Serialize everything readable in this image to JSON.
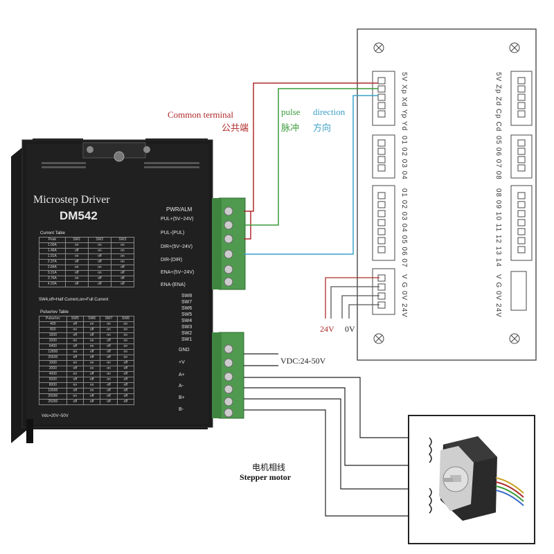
{
  "driver": {
    "title": "Microstep Driver",
    "model": "DM542",
    "pwr_alm": "PWR/ALM",
    "signal_terminals": [
      "PUL+(5V~24V)",
      "PUL-(PUL)",
      "DIR+(5V~24V)",
      "DIR-(DIR)",
      "ENA+(5V~24V)",
      "ENA-(ENA)"
    ],
    "switches": [
      "SW8",
      "SW7",
      "SW6",
      "SW5",
      "SW4",
      "SW3",
      "SW2",
      "SW1"
    ],
    "power_terminals": [
      "GND",
      "+V",
      "A+",
      "A-",
      "B+",
      "B-"
    ],
    "current_table_title": "Current Table",
    "current_table_header": [
      "Peak",
      "SW1",
      "SW2",
      "SW3"
    ],
    "current_table_rows": [
      [
        "1.00A",
        "on",
        "on",
        "on"
      ],
      [
        "1.46A",
        "off",
        "on",
        "on"
      ],
      [
        "1.91A",
        "on",
        "off",
        "on"
      ],
      [
        "2.37A",
        "off",
        "off",
        "on"
      ],
      [
        "2.84A",
        "on",
        "on",
        "off"
      ],
      [
        "3.31A",
        "off",
        "on",
        "off"
      ],
      [
        "3.76A",
        "on",
        "off",
        "off"
      ],
      [
        "4.20A",
        "off",
        "off",
        "off"
      ]
    ],
    "current_note": "SW4,off=Half Current,on=Full Current",
    "pulse_table_title": "Pulse/rev Table",
    "pulse_table_header": [
      "Pulse/rev",
      "SW5",
      "SW6",
      "SW7",
      "SW8"
    ],
    "pulse_table_rows": [
      [
        "400",
        "off",
        "on",
        "on",
        "on"
      ],
      [
        "800",
        "on",
        "off",
        "on",
        "on"
      ],
      [
        "1600",
        "off",
        "off",
        "on",
        "on"
      ],
      [
        "3200",
        "on",
        "on",
        "off",
        "on"
      ],
      [
        "6400",
        "off",
        "on",
        "off",
        "on"
      ],
      [
        "12800",
        "on",
        "off",
        "off",
        "on"
      ],
      [
        "25600",
        "off",
        "off",
        "off",
        "on"
      ],
      [
        "1000",
        "on",
        "on",
        "on",
        "off"
      ],
      [
        "2000",
        "off",
        "on",
        "on",
        "off"
      ],
      [
        "4000",
        "on",
        "off",
        "on",
        "off"
      ],
      [
        "5000",
        "off",
        "off",
        "on",
        "off"
      ],
      [
        "8000",
        "on",
        "on",
        "off",
        "off"
      ],
      [
        "10000",
        "off",
        "on",
        "off",
        "off"
      ],
      [
        "20000",
        "on",
        "off",
        "off",
        "off"
      ],
      [
        "25000",
        "off",
        "off",
        "off",
        "off"
      ]
    ],
    "supply_note": "Vdc=20V~50V"
  },
  "labels": {
    "common_en": "Common terminal",
    "common_zh": "公共端",
    "pulse_en": "pulse",
    "pulse_zh": "脉冲",
    "direction_en": "direction",
    "direction_zh": "方向",
    "vdc": "VDC:24-50V",
    "v24": "24V",
    "v0": "0V",
    "motor_zh": "电机相线",
    "motor_en": "Stepper motor"
  },
  "board": {
    "left_labels": [
      "5V Xp Xd Yp Yd",
      "01 02 03 04",
      "01 02 03 04 05 06 07",
      "V G 0V 24V"
    ],
    "right_labels": [
      "5V Zp Zd Cp Cd",
      "05 06 07 08",
      "08 09 10 11 12 13 14",
      "V G 0V 24V"
    ]
  },
  "colors": {
    "red_wire": "#b02a2a",
    "green_wire": "#3a9a3a",
    "blue_wire": "#3aa0c8",
    "driver_body": "#1c1c1c",
    "terminal_green": "#4f9a4f"
  }
}
